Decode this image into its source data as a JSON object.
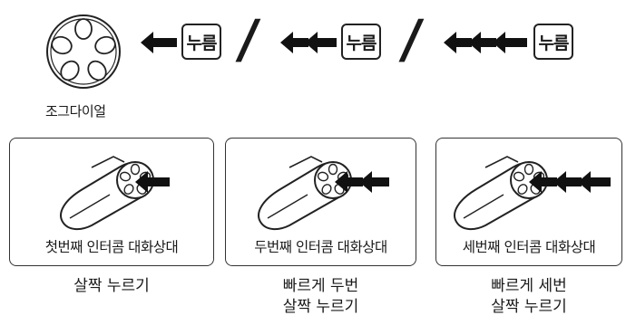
{
  "top_row": {
    "dial_label": "조그다이얼",
    "press_label": "누름"
  },
  "panels": [
    {
      "label": "첫번째 인터콤 대화상대",
      "caption_lines": [
        "살짝 누르기"
      ],
      "arrow_count": 1
    },
    {
      "label": "두번째 인터콤 대화상대",
      "caption_lines": [
        "빠르게 두번",
        "살짝 누르기"
      ],
      "arrow_count": 2
    },
    {
      "label": "세번째 인터콤 대화상대",
      "caption_lines": [
        "빠르게 세번",
        "살짝 누르기"
      ],
      "arrow_count": 3
    }
  ]
}
